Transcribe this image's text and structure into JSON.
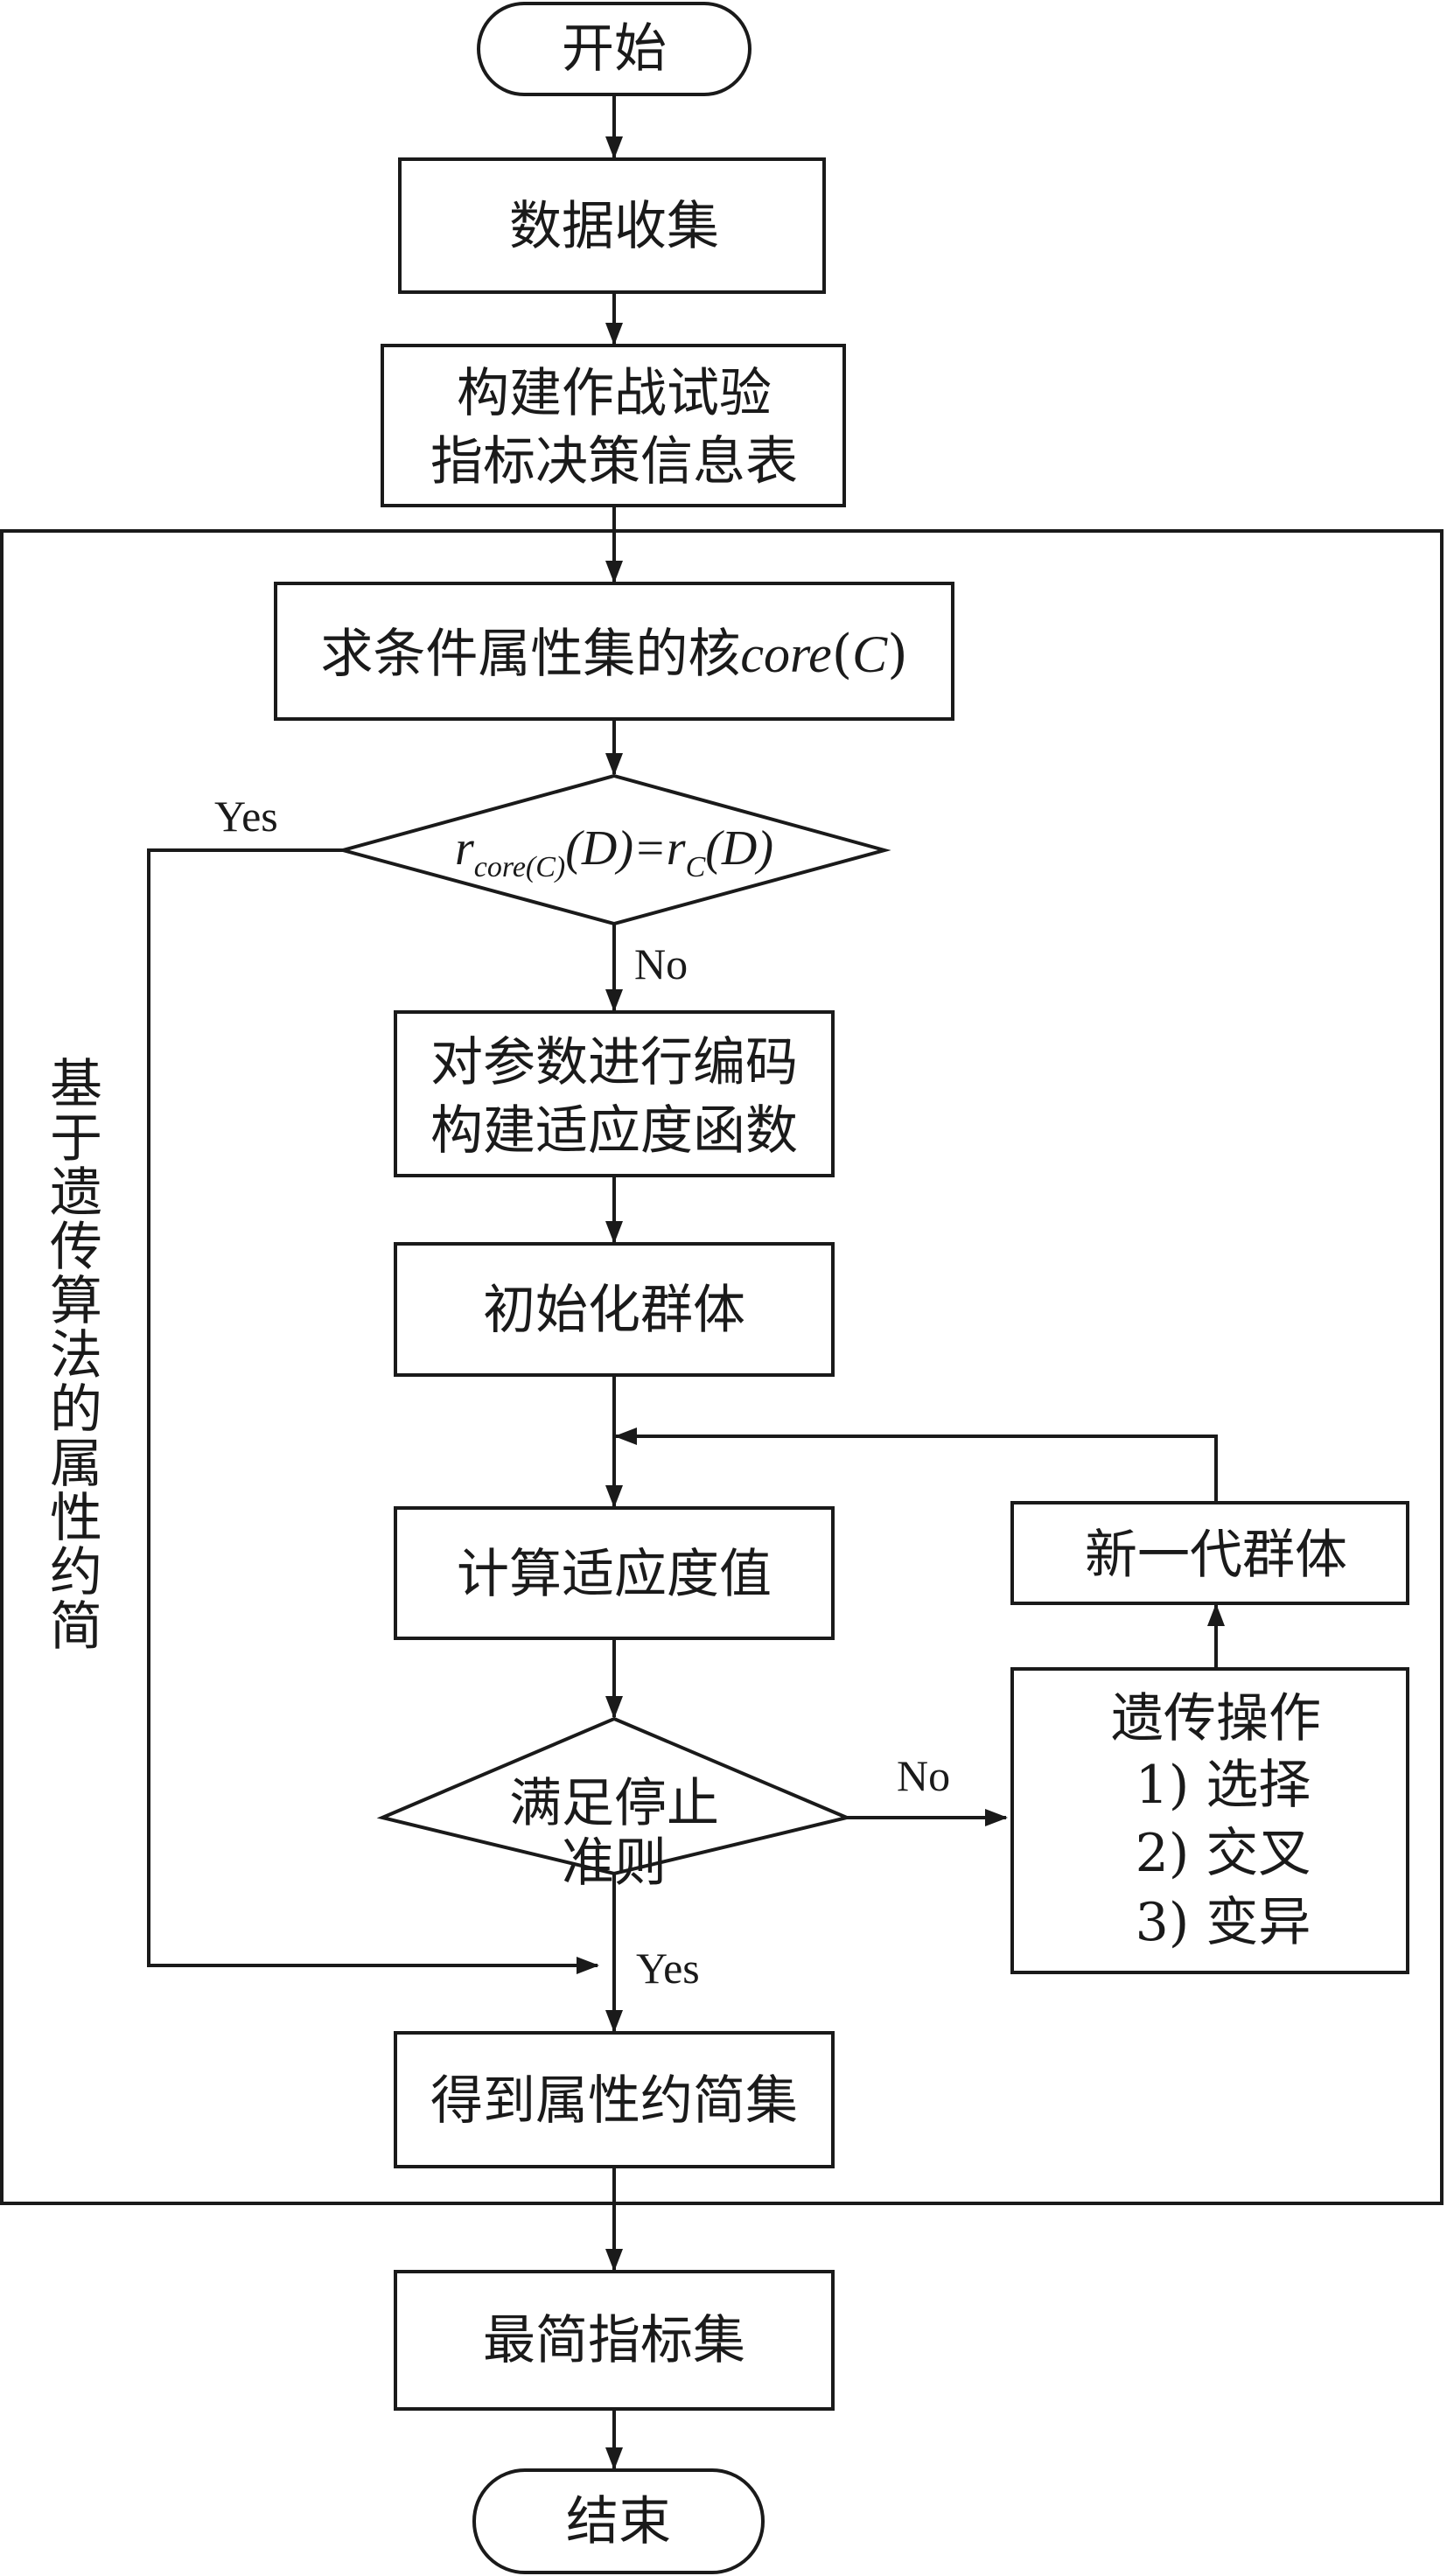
{
  "nodes": {
    "start": "开始",
    "collect": "数据收集",
    "build_table": [
      "构建作战试验",
      "指标决策信息表"
    ],
    "core": {
      "text": "求条件属性集的核",
      "math": "core",
      "paren_open": "(",
      "var": "C",
      "paren_close": ")"
    },
    "decision_core": {
      "r1": "r",
      "sub1": "core(C)",
      "arg1": "(D)",
      "eq": "=",
      "r2": "r",
      "sub2": "C",
      "arg2": "(D)"
    },
    "encode": [
      "对参数进行编码",
      "构建适应度函数"
    ],
    "init_pop": "初始化群体",
    "calc_fitness": "计算适应度值",
    "stop_decision": [
      "满足停止",
      "准则"
    ],
    "genetic_ops": [
      "遗传操作",
      "1) 选择",
      "2) 交叉",
      "3) 变异"
    ],
    "new_pop": "新一代群体",
    "reduct_set": "得到属性约简集",
    "min_index": "最简指标集",
    "end": "结束"
  },
  "edge_labels": {
    "core_yes": "Yes",
    "core_no": "No",
    "stop_no": "No",
    "stop_yes": "Yes"
  },
  "group_label": [
    "基",
    "于",
    "遗",
    "传",
    "算",
    "法",
    "的",
    "属",
    "性",
    "约",
    "简"
  ],
  "colors": {
    "stroke": "#1a1a1a",
    "fill": "#ffffff",
    "text": "#1a1a1a"
  }
}
